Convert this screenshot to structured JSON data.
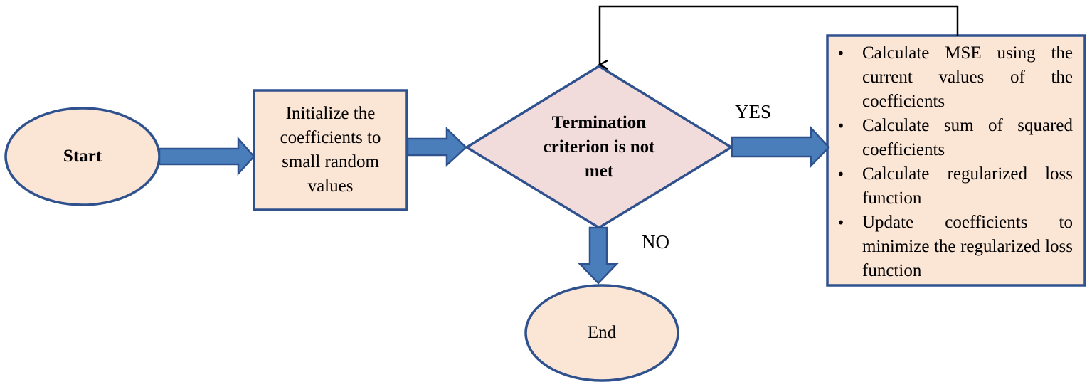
{
  "nodes": {
    "start": {
      "label": "Start"
    },
    "initialize": {
      "label": "Initialize the coefficients to small random values"
    },
    "decision": {
      "label": "Termination criterion is not met"
    },
    "process": {
      "items": [
        "Calculate MSE using the current values of the coefficients",
        " Calculate sum of squared coefficients",
        " Calculate regularized loss function",
        " Update coefficients to minimize the regularized loss function"
      ]
    },
    "end": {
      "label": "End"
    }
  },
  "edges": {
    "yes_label": "YES",
    "no_label": "NO"
  },
  "colors": {
    "terminal_fill": "#fbe5d5",
    "terminal_stroke": "#2f528f",
    "process_fill": "#fbe5d5",
    "decision_fill": "#f2dcdb",
    "arrow_fill": "#4a7ebb",
    "arrow_stroke": "#2f528f",
    "loop_line": "#000000"
  }
}
